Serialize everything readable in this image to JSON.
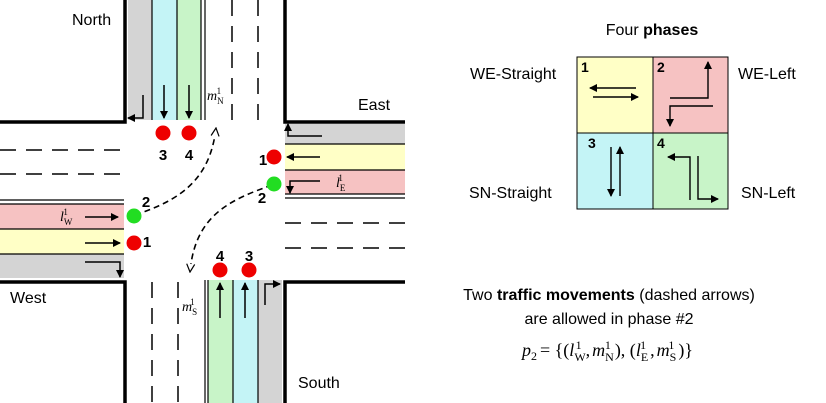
{
  "intersection": {
    "directions": {
      "north": "North",
      "east": "East",
      "west": "West",
      "south": "South"
    },
    "lane_labels": {
      "m_n": "m",
      "l_e": "l",
      "l_w": "l",
      "m_s": "m"
    },
    "lane_label_subs": {
      "n": "N",
      "e": "E",
      "w": "W",
      "s": "S"
    },
    "lane_label_sups": {
      "one": "1"
    },
    "signal_numbers": {
      "n3": "3",
      "n4": "4",
      "e1": "1",
      "e2": "2",
      "w2": "2",
      "w1": "1",
      "s4": "4",
      "s3": "3"
    },
    "signal_states": {
      "red": "#ee0000",
      "green": "#22dd22"
    }
  },
  "phases_panel": {
    "title_prefix": "Four",
    "title_bold": "phases",
    "labels": {
      "we_straight": "WE-Straight",
      "we_left": "WE-Left",
      "sn_straight": "SN-Straight",
      "sn_left": "SN-Left"
    },
    "numbers": {
      "p1": "1",
      "p2": "2",
      "p3": "3",
      "p4": "4"
    }
  },
  "movements_note": {
    "prefix": "Two",
    "bold": "traffic movements",
    "suffix": "(dashed arrows)",
    "line2": "are allowed in phase #2",
    "formula": {
      "p": "p",
      "p_sub": "2",
      "eq": "= {(",
      "l1": "l",
      "l1_sub": "W",
      "l1_sup": "1",
      "comma1": ",",
      "m1": "m",
      "m1_sub": "N",
      "m1_sup": "1",
      "mid": "), (",
      "l2": "l",
      "l2_sub": "E",
      "l2_sup": "1",
      "comma2": ",",
      "m2": "m",
      "m2_sub": "S",
      "m2_sup": "1",
      "end": ")}"
    }
  },
  "colors": {
    "straight_yellow": "#ffffc6",
    "left_red": "#f6c2c2",
    "straight_blue": "#c4f4f6",
    "left_green": "#c8f4c8",
    "outgoing_gray": "#d4d4d4"
  }
}
